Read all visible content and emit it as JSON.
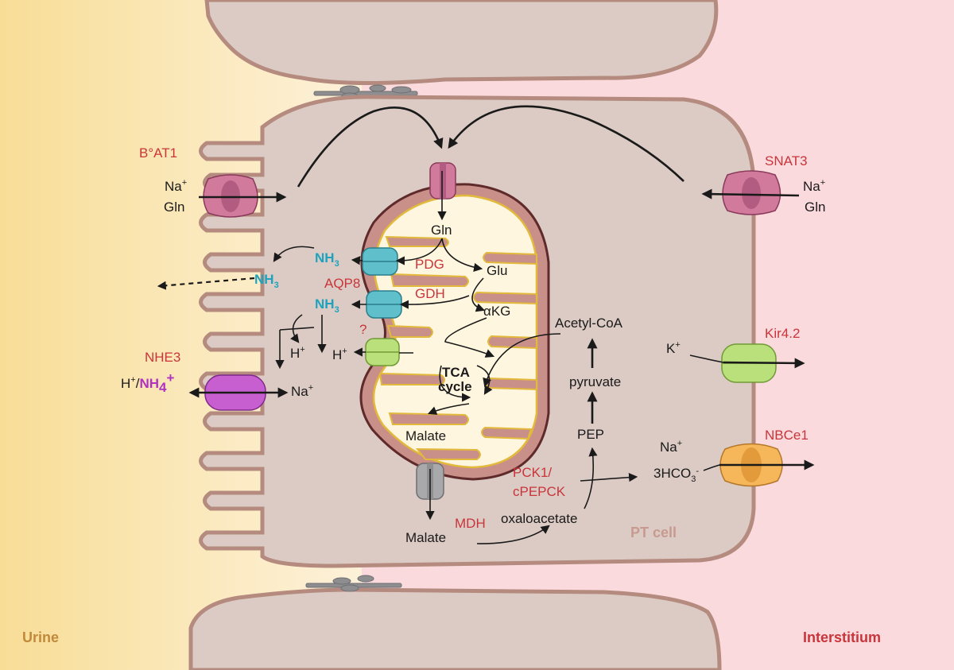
{
  "regions": {
    "urine": "Urine",
    "interstitium": "Interstitium",
    "cell": "PT cell"
  },
  "transporters": {
    "b0at1": "B°AT1",
    "snat3": "SNAT3",
    "aqp8": "AQP8",
    "nhe3": "NHE3",
    "kir42": "Kir4.2",
    "nbce1": "NBCe1",
    "unknown": "?"
  },
  "enzymes": {
    "pdg": "PDG",
    "gdh": "GDH",
    "mdh": "MDH",
    "pck1": "PCK1/",
    "cpepck": "cPEPCK"
  },
  "labels": {
    "na_left": "Na",
    "gln_left": "Gln",
    "na_right": "Na",
    "gln_right": "Gln",
    "gln_mito": "Gln",
    "glu": "Glu",
    "akg": "αKG",
    "tca1": "TCA",
    "tca2": "cycle",
    "malate_mito": "Malate",
    "malate_cyto": "Malate",
    "oxaloacetate": "oxaloacetate",
    "pep": "PEP",
    "pyruvate": "pyruvate",
    "acetyl_coa": "Acetyl-CoA",
    "nh3_top": "NH",
    "nh3_mid": "NH",
    "nh3_lumen": "NH",
    "h_cyto": "H",
    "h_mito": "H",
    "h_nhe": "H",
    "slash": "/",
    "nh4": "NH",
    "na_nhe": "Na",
    "k": "K",
    "na_nbc": "Na",
    "hco3": "3HCO"
  },
  "colors": {
    "urine": "#fbe7b0",
    "interstitium": "#fadadd",
    "cell": "#dccbc4",
    "membrane": "#b48b7e",
    "mito_outer": "#c9908a",
    "mito_matrix": "#fff6df",
    "cristae_border": "#e2b93b",
    "aqp8": "#5fbfca",
    "transporter_pink": "#d27a9c",
    "nhe3": "#c85fd0",
    "kir": "#b9e07a",
    "nbce1": "#f6b75a",
    "mdh_channel": "#a9a9ab"
  }
}
